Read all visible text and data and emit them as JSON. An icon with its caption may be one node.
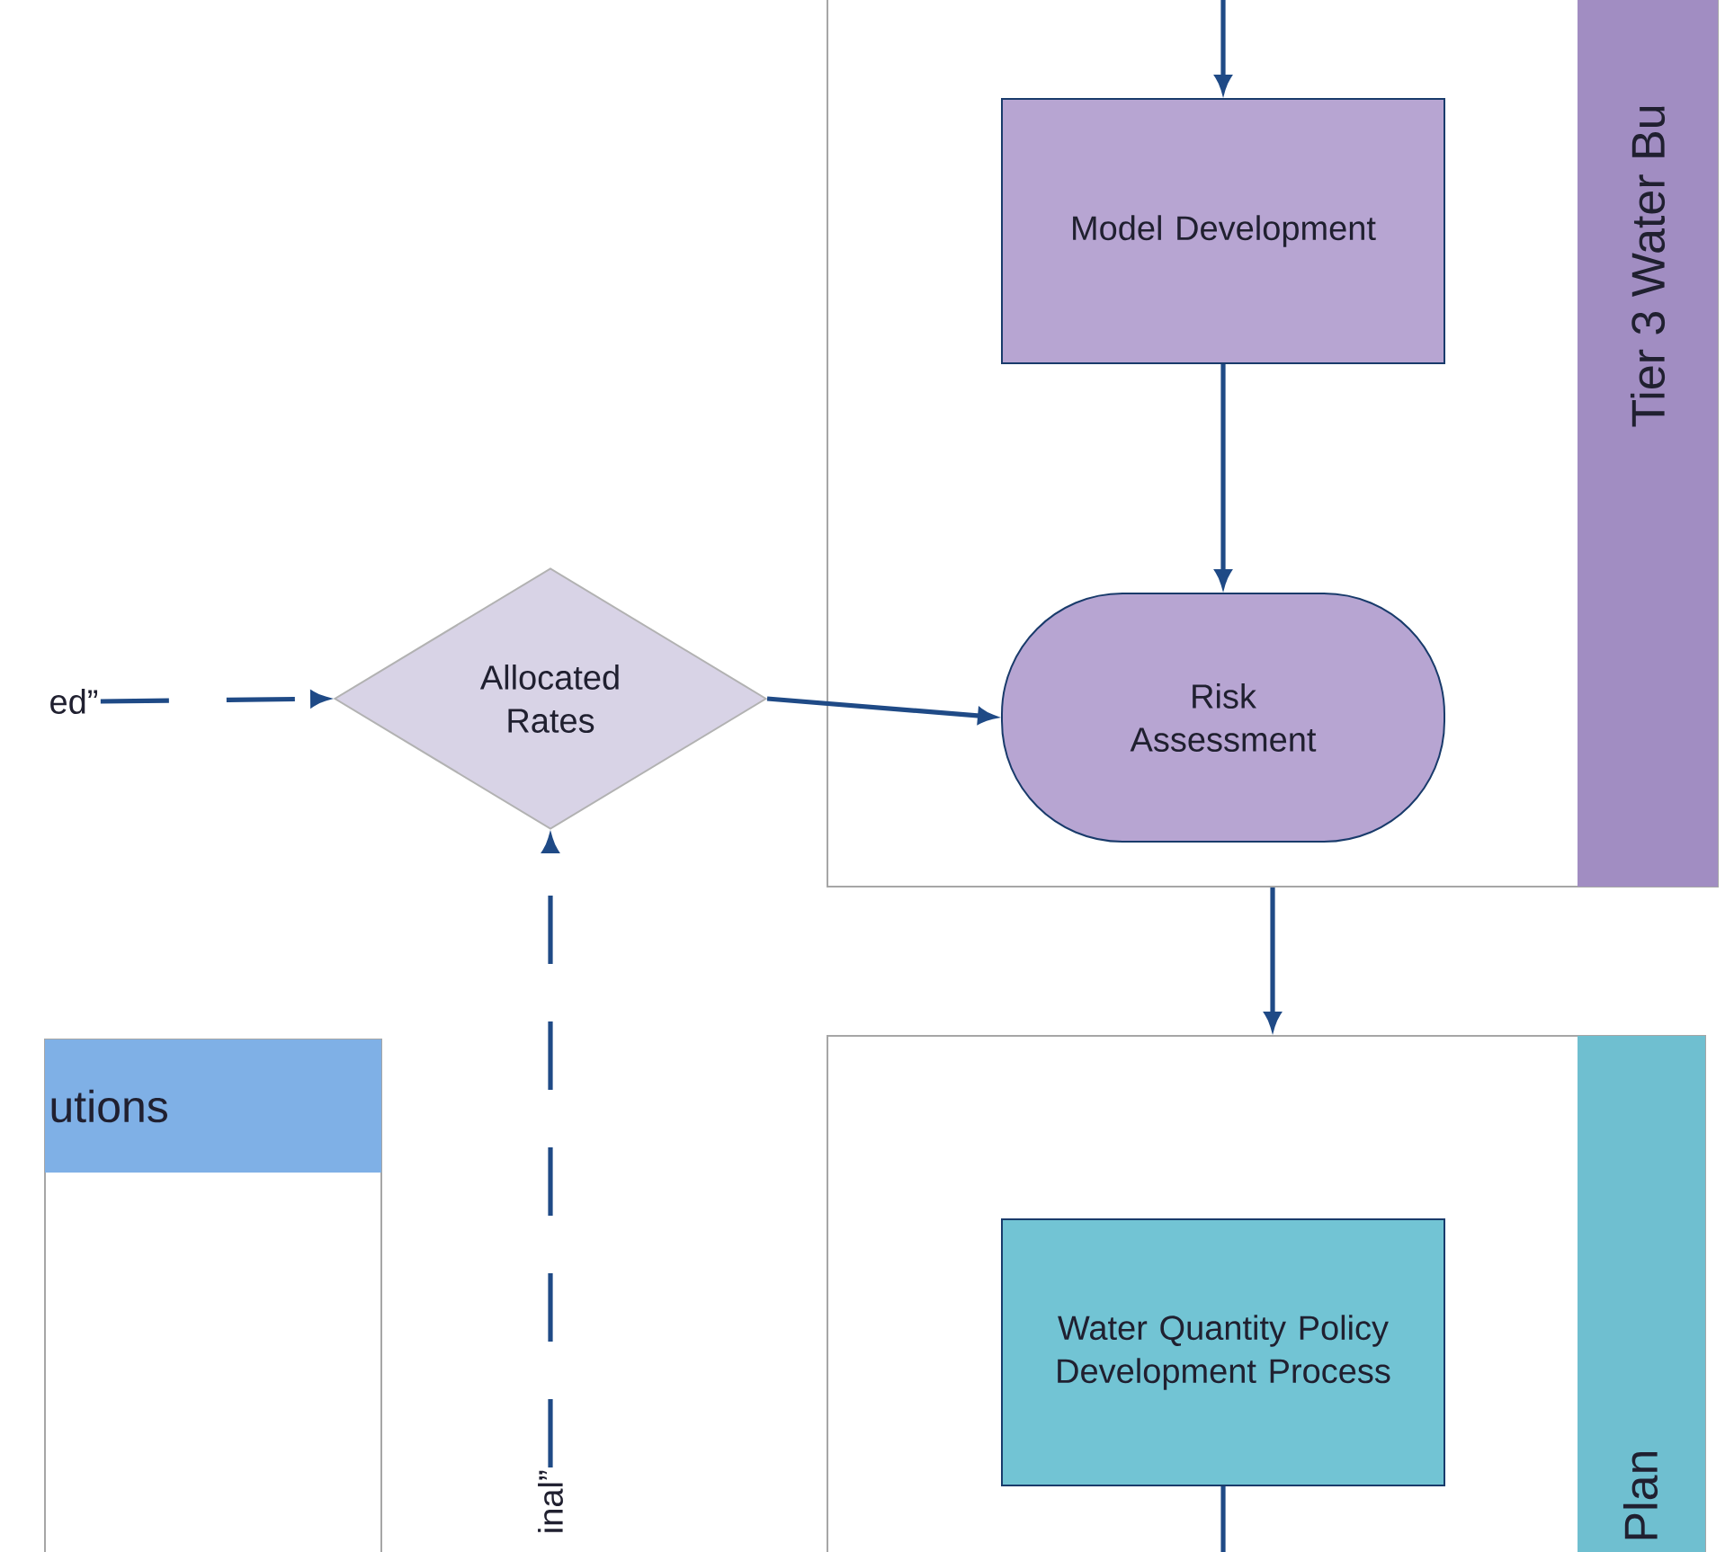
{
  "diagram": {
    "nodes": [
      {
        "text": [
          "Tier 3 Water Bu"
        ]
      },
      {
        "text": [
          "Model Development"
        ],
        "in": 0
      },
      {
        "text": [
          "Risk Assessment"
        ],
        "in": 0
      },
      {
        "text": [
          "ed”"
        ]
      },
      {
        "text": [
          "Allocated Rates"
        ]
      },
      {
        "text": [
          "inal”"
        ]
      },
      {
        "text": [
          "Plan"
        ]
      },
      {
        "text": [
          "Water Quantity Policy Development Process"
        ],
        "in": 6
      },
      {
        "text": [
          "utions"
        ]
      }
    ],
    "edges": [
      {
        "from": null,
        "to": 1,
        "arrow": "to"
      },
      {
        "from": 1,
        "to": 2,
        "arrow": "to"
      },
      {
        "from": 3,
        "to": 4,
        "arrow": "to",
        "style": "dashed"
      },
      {
        "from": 5,
        "to": 4,
        "arrow": "to",
        "style": "dashed"
      },
      {
        "from": 4,
        "to": 2,
        "arrow": "to"
      },
      {
        "from": 0,
        "to": 6,
        "arrow": "to"
      },
      {
        "from": 7,
        "to": null,
        "arrow": "none"
      }
    ]
  }
}
